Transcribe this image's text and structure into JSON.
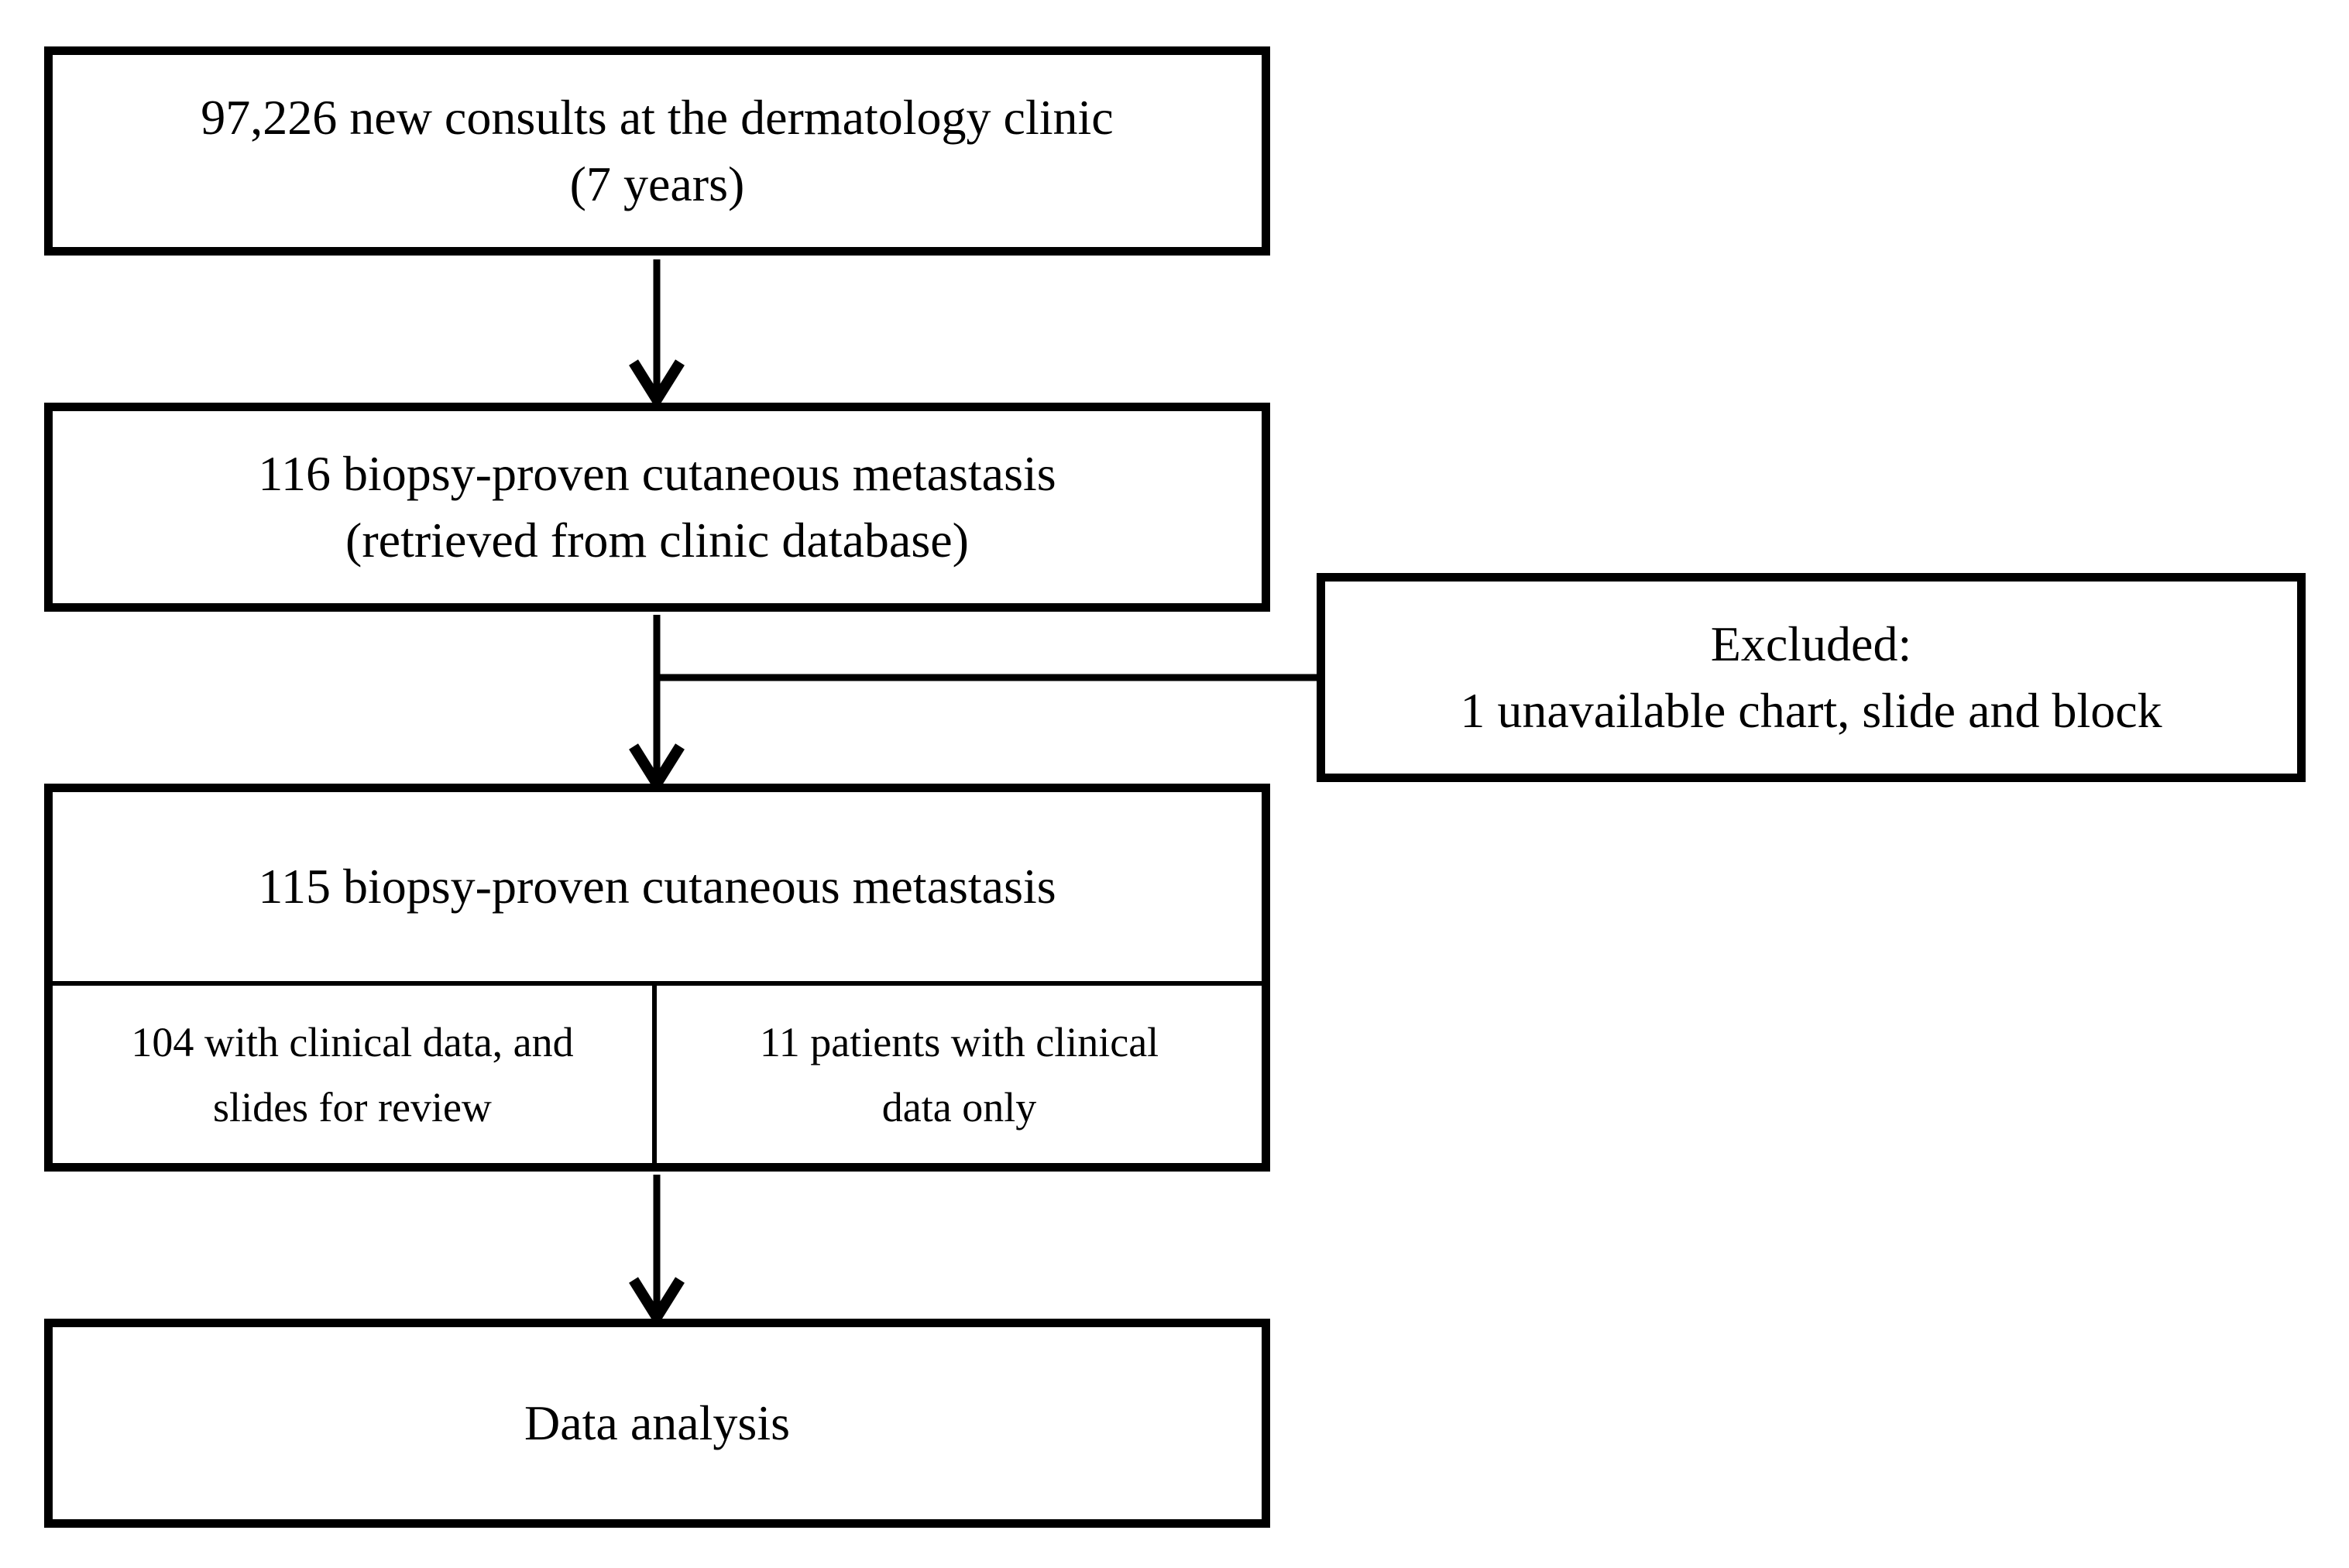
{
  "colors": {
    "border": "#000000",
    "background": "#ffffff",
    "text": "#000000"
  },
  "boxes": {
    "consults": {
      "line1": "97,226 new consults at the dermatology clinic",
      "line2": "(7 years)"
    },
    "retrieved": {
      "line1": "116 biopsy-proven cutaneous metastasis",
      "line2": "(retrieved from clinic database)"
    },
    "excluded": {
      "line1": "Excluded:",
      "line2": "1 unavailable chart, slide and block"
    },
    "included": {
      "header": "115 biopsy-proven cutaneous metastasis",
      "left_line1": "104 with clinical data, and",
      "left_line2": "slides for review",
      "right_line1": "11 patients with clinical",
      "right_line2": "data only"
    },
    "analysis": {
      "line1": "Data analysis"
    }
  }
}
